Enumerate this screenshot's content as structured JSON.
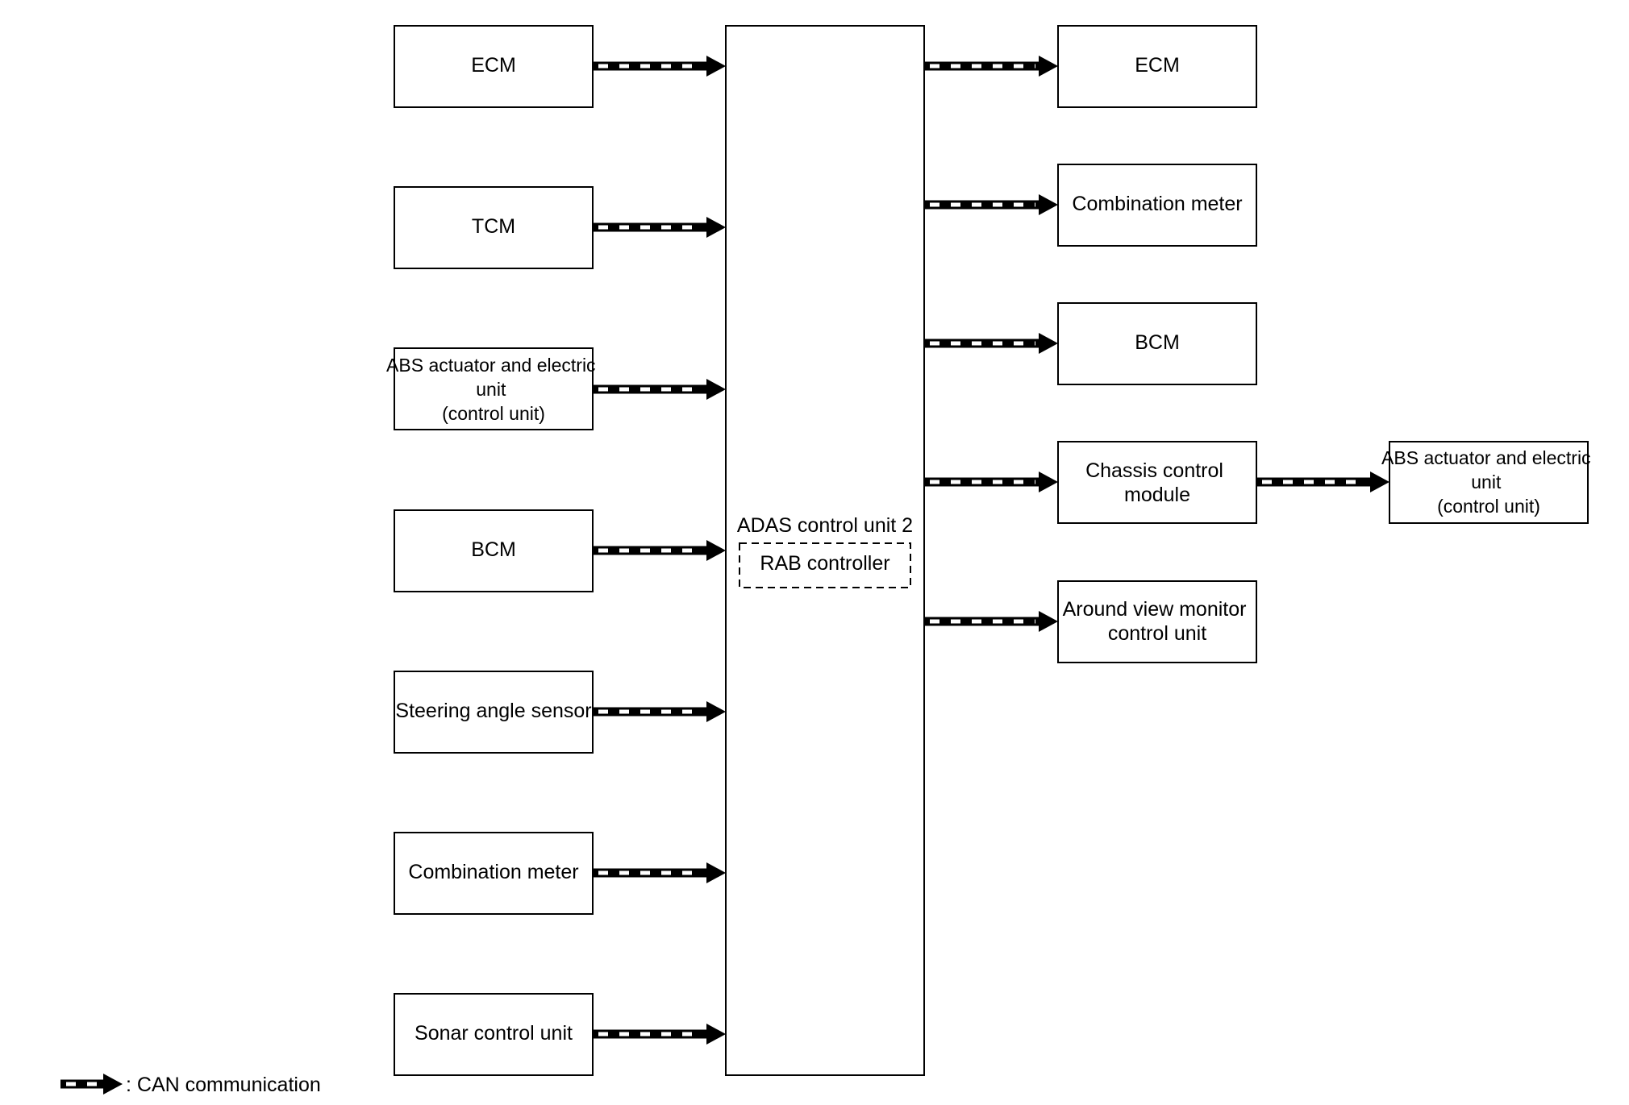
{
  "diagram": {
    "center": {
      "title": "ADAS control unit 2",
      "sub": "RAB controller"
    },
    "inputs": [
      {
        "lines": [
          "ECM"
        ]
      },
      {
        "lines": [
          "TCM"
        ]
      },
      {
        "lines": [
          "ABS actuator and electric",
          "unit",
          "(control unit)"
        ]
      },
      {
        "lines": [
          "BCM"
        ]
      },
      {
        "lines": [
          "Steering angle sensor"
        ]
      },
      {
        "lines": [
          "Combination meter"
        ]
      },
      {
        "lines": [
          "Sonar control unit"
        ]
      }
    ],
    "outputs": [
      {
        "lines": [
          "ECM"
        ]
      },
      {
        "lines": [
          "Combination meter"
        ]
      },
      {
        "lines": [
          "BCM"
        ]
      },
      {
        "lines": [
          "Chassis control",
          "module"
        ]
      },
      {
        "lines": [
          "Around view monitor",
          "control unit"
        ]
      }
    ],
    "chained": {
      "lines": [
        "ABS actuator and electric",
        "unit",
        "(control unit)"
      ]
    },
    "legend": {
      "label": ": CAN communication"
    }
  }
}
